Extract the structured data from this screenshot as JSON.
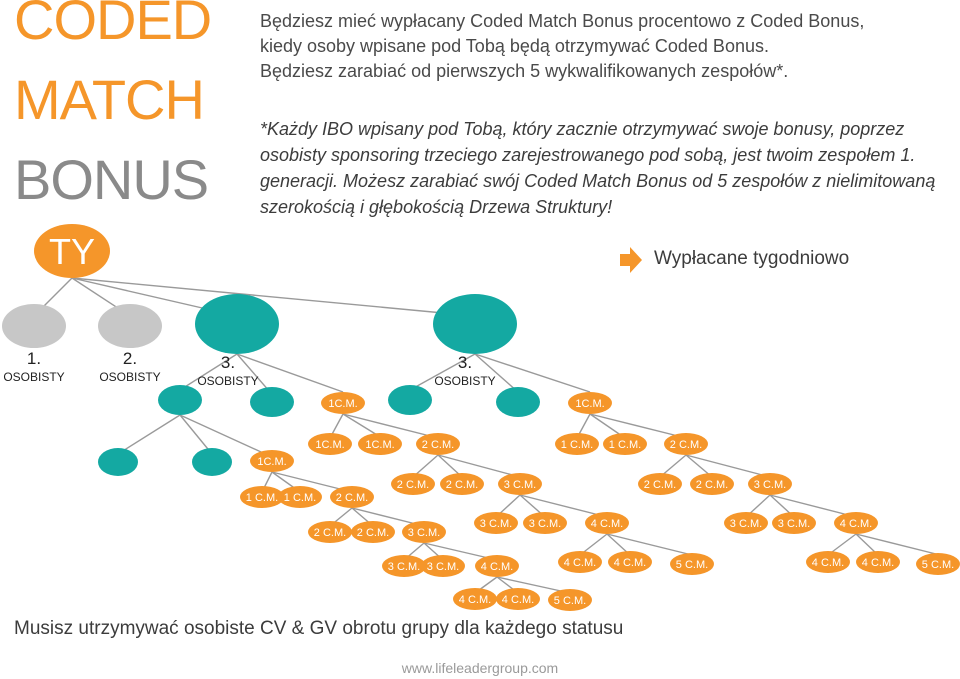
{
  "title": {
    "line1": "CODED",
    "line2": "MATCH",
    "line3": "BONUS"
  },
  "intro": {
    "line1": "Będziesz mieć wypłacany Coded Match Bonus procentowo z Coded Bonus,",
    "line2": "kiedy osoby wpisane pod Tobą będą otrzymywać Coded Bonus.",
    "line3": "Będziesz zarabiać od pierwszych 5 wykwalifikowanych zespołów*."
  },
  "note": "*Każdy IBO wpisany pod Tobą, który zacznie otrzymywać swoje bonusy, poprzez osobisty sponsoring trzeciego zarejestrowanego pod sobą, jest twoim zespołem 1. generacji. Możesz zarabiać swój Coded Match Bonus od 5 zespołów z nielimitowaną szerokością i głębokością Drzewa Struktury!",
  "you_label": "TY",
  "weekly_label": "Wypłacane tygodniowo",
  "personal": [
    {
      "num": "1.",
      "word": "OSOBISTY"
    },
    {
      "num": "2.",
      "word": "OSOBISTY"
    },
    {
      "num": "3.",
      "word": "OSOBISTY"
    },
    {
      "num": "3.",
      "word": "OSOBISTY"
    }
  ],
  "cm_labels": {
    "cm1": "1C.M.",
    "cm1s": "1 C.M.",
    "cm2": "2 C.M.",
    "cm3": "3 C.M.",
    "cm4": "4 C.M.",
    "cm5": "5 C.M."
  },
  "footer_requirement": "Musisz utrzymywać osobiste CV & GV obrotu grupy dla każdego statusu",
  "footer_website": "www.lifeleadergroup.com",
  "colors": {
    "orange": "#f5962a",
    "teal": "#14a9a2",
    "gray": "#c7c7c7",
    "title_gray": "#8a8a8a"
  }
}
